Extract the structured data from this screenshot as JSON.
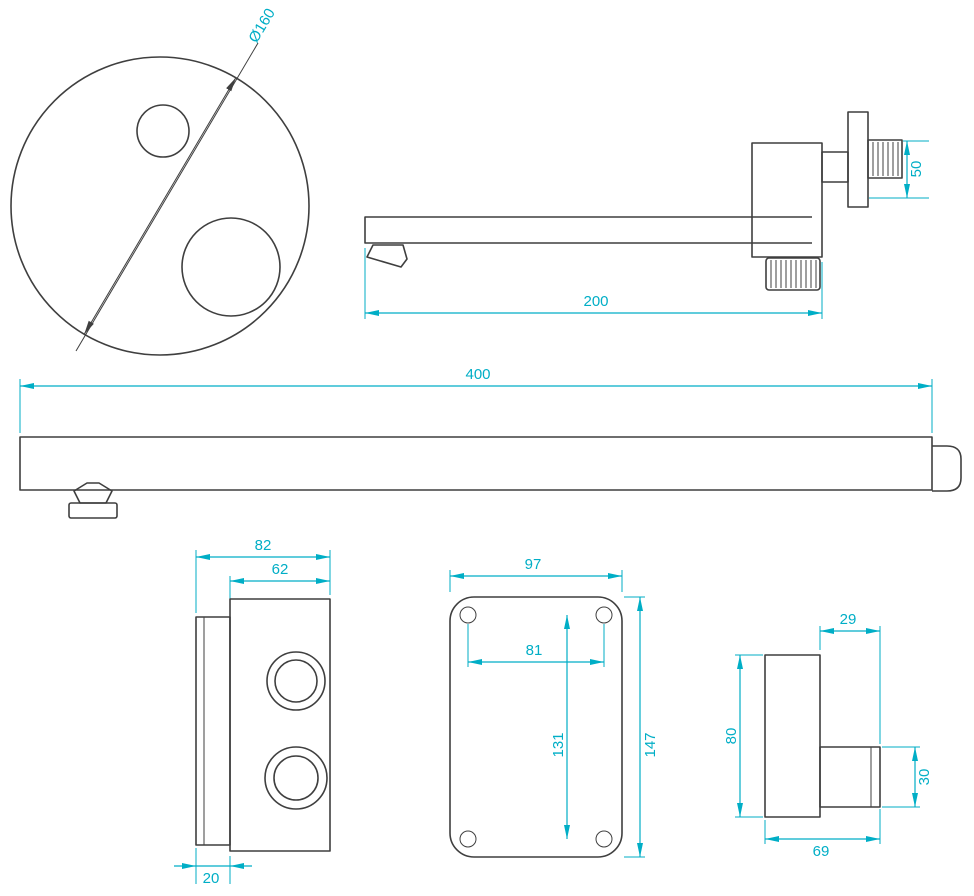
{
  "colors": {
    "dimension_accent": "#00aec6",
    "drawing_line": "#3f3f3f",
    "background": "#ffffff"
  },
  "dimensions": {
    "faceplate_diameter": "Ø160",
    "spout_length": "200",
    "spout_connection_height": "50",
    "arm_length": "400",
    "valve_width": "82",
    "valve_body_width": "62",
    "valve_plate_depth": "20",
    "plate_width": "97",
    "plate_hole_spacing_width": "81",
    "plate_hole_spacing_height": "131",
    "plate_height": "147",
    "holder_depth": "29",
    "holder_height": "80",
    "holder_cup_height": "30",
    "holder_width": "69"
  }
}
